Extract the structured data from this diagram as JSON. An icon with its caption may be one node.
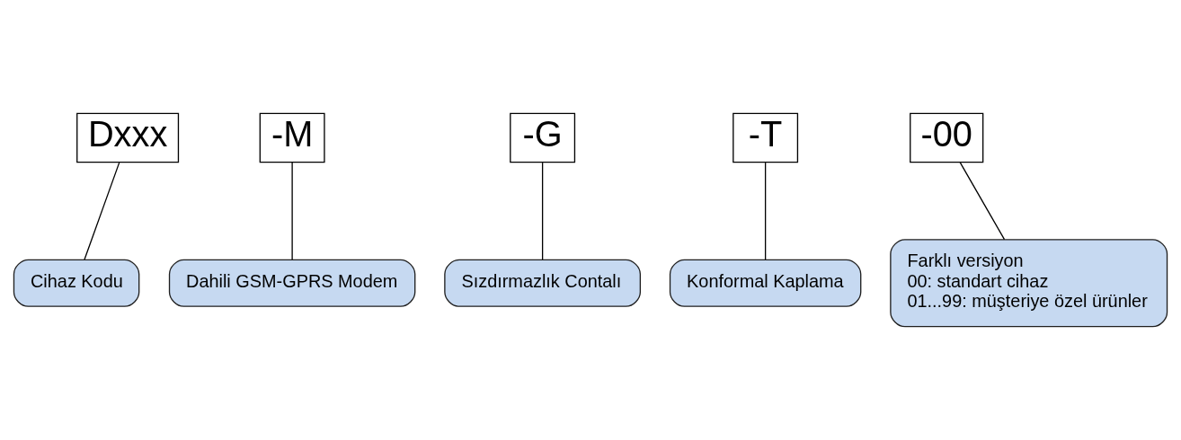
{
  "diagram": {
    "nodes": [
      {
        "text": [
          "Dxxx"
        ]
      },
      {
        "text": [
          "-M"
        ]
      },
      {
        "text": [
          "-G"
        ]
      },
      {
        "text": [
          "-T"
        ]
      },
      {
        "text": [
          "-00"
        ]
      },
      {
        "text": [
          "Cihaz Kodu"
        ]
      },
      {
        "text": [
          "Dahili GSM-GPRS Modem"
        ]
      },
      {
        "text": [
          "Sızdırmazlık Contalı"
        ]
      },
      {
        "text": [
          "Konformal Kaplama"
        ]
      },
      {
        "text": [
          "Farklı versiyon",
          "00: standart cihaz",
          "01...99: müşteriye özel ürünler"
        ]
      }
    ],
    "edges": [
      {
        "from": 5,
        "to": 0,
        "arrow": "none"
      },
      {
        "from": 6,
        "to": 1,
        "arrow": "none"
      },
      {
        "from": 7,
        "to": 2,
        "arrow": "none"
      },
      {
        "from": 8,
        "to": 3,
        "arrow": "none"
      },
      {
        "from": 9,
        "to": 4,
        "arrow": "none"
      }
    ]
  }
}
